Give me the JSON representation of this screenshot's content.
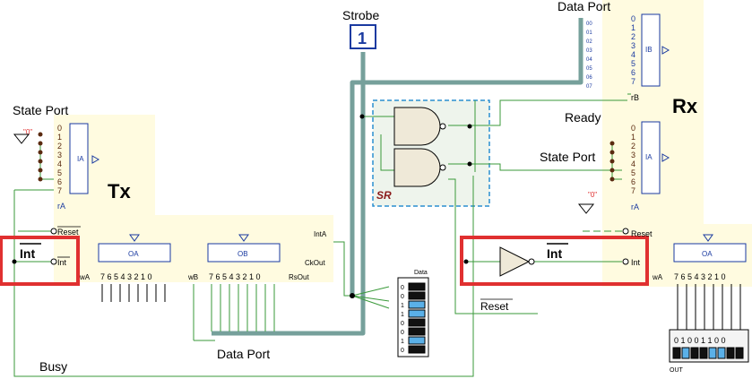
{
  "labels": {
    "strobe": "Strobe",
    "strobe_value": "1",
    "sr": "SR",
    "ready": "Ready",
    "reset": "Reset",
    "busy": "Busy"
  },
  "tx": {
    "title": "Tx",
    "state_port_label": "State Port",
    "zero_const": "\"0\"",
    "ia_label": "IA",
    "ra_label": "rA",
    "reset_pin": "Reset",
    "int_pin": "Int",
    "int_label": "Int",
    "oa_label": "OA",
    "ob_label": "OB",
    "wa_pin": "wA",
    "wb_pin": "wB",
    "bit_labels": "7 6 5 4 3 2 1 0",
    "inta_pin": "IntA",
    "ckout_pin": "CkOut",
    "rsout_pin": "RsOut",
    "data_port_label": "Data Port"
  },
  "rx": {
    "title": "Rx",
    "data_port_label": "Data Port",
    "ib_label": "IB",
    "rb_label": "rB",
    "state_port_label": "State Port",
    "zero_const": "\"0\"",
    "ia_label": "IA",
    "ra_label": "rA",
    "reset_pin": "Reset",
    "int_pin": "Int",
    "int_label": "Int",
    "oa_label": "OA",
    "wa_pin": "wA",
    "bit_labels": "7 6 5 4 3 2 1 0"
  },
  "data_switch": {
    "title": "Data",
    "bits": [
      "0",
      "0",
      "1",
      "1",
      "0",
      "0",
      "1",
      "0"
    ],
    "on_color": "#5ab0e8",
    "off_color": "#111111"
  },
  "out": {
    "bits": "0 1 0 0 1 1 0 0",
    "label": "OUT"
  }
}
